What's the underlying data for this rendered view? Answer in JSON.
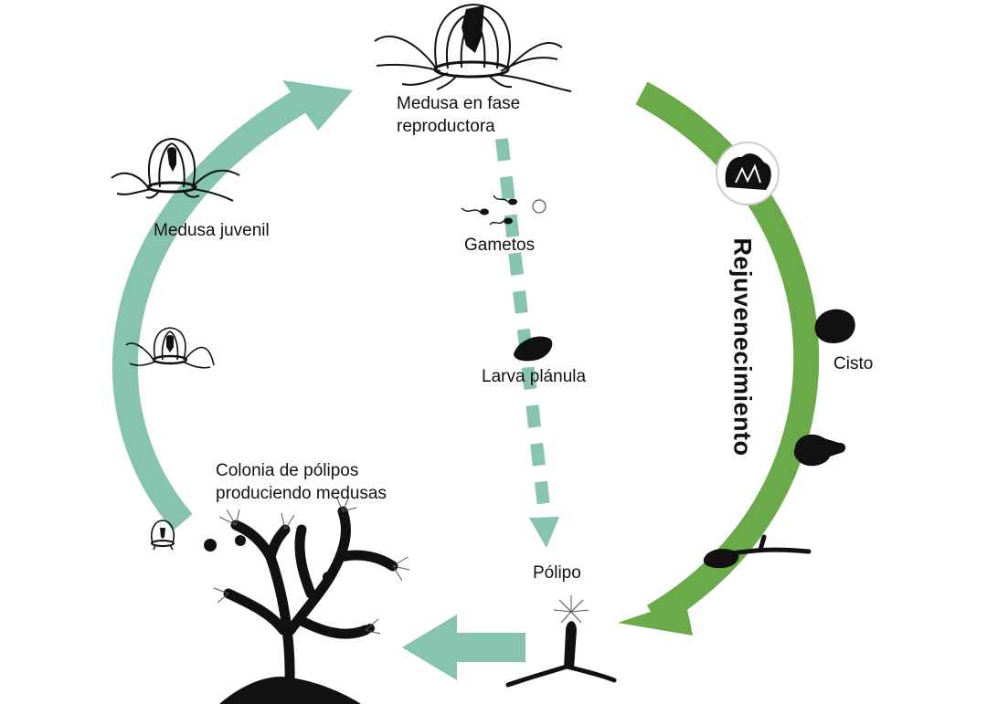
{
  "colors": {
    "teal": "#86c3b1",
    "green": "#6aaa49",
    "ink": "#111111"
  },
  "labels": {
    "medusa_reproductora_line1": "Medusa en fase",
    "medusa_reproductora_line2": "reproductora",
    "gametos": "Gametos",
    "larva": "Larva plánula",
    "polipo": "Pólipo",
    "medusa_juvenil": "Medusa juvenil",
    "colonia_line1": "Colonia de pólipos",
    "colonia_line2": "produciendo medusas",
    "cisto": "Cisto",
    "rejuvenecimiento": "Rejuvenecimiento"
  },
  "icons": [
    "adult-medusa-icon",
    "juvenile-medusa-icon",
    "small-medusa-icon",
    "tiny-medusa-icon",
    "sperm-icon",
    "egg-icon",
    "planula-larva-icon",
    "polyp-icon",
    "polyp-colony-icon",
    "regressing-medusa-icon",
    "cyst-icon",
    "budding-cyst-icon",
    "stolon-icon"
  ]
}
